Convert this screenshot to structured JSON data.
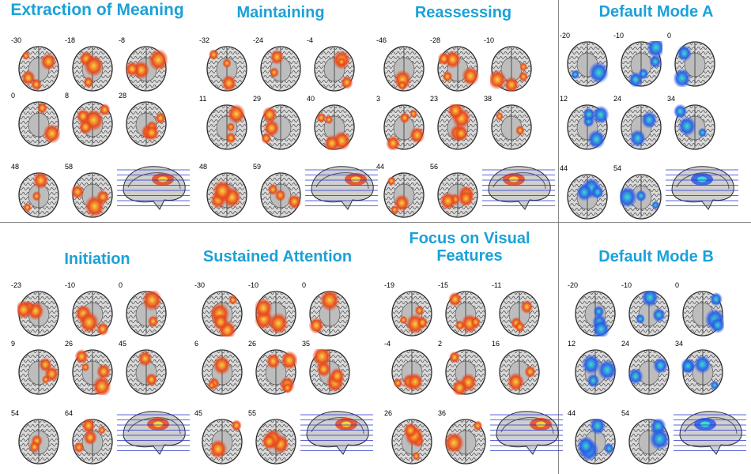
{
  "colors": {
    "title": "#1ba1d8",
    "hot": "#e8471b",
    "hot_core": "#ffd23c",
    "cool": "#2b5ce6",
    "cool_core": "#35e0d2",
    "divider": "#8a8a8a"
  },
  "panels": [
    {
      "id": "extraction",
      "title": "Extraction of Meaning",
      "scheme": "hot",
      "rows": [
        [
          "-30",
          "-18",
          "-8"
        ],
        [
          "0",
          "8",
          "28"
        ],
        [
          "48",
          "58"
        ]
      ]
    },
    {
      "id": "maintaining",
      "title": "Maintaining",
      "scheme": "hot",
      "rows": [
        [
          "-32",
          "-24",
          "-4"
        ],
        [
          "11",
          "29",
          "40"
        ],
        [
          "48",
          "59"
        ]
      ]
    },
    {
      "id": "reassessing",
      "title": "Reassessing",
      "scheme": "hot",
      "rows": [
        [
          "-46",
          "-28",
          "-10"
        ],
        [
          "3",
          "23",
          "38"
        ],
        [
          "44",
          "56"
        ]
      ]
    },
    {
      "id": "dmn-a",
      "title": "Default Mode A",
      "scheme": "cool",
      "rows": [
        [
          "-20",
          "-10",
          "0"
        ],
        [
          "12",
          "24",
          "34"
        ],
        [
          "44",
          "54"
        ]
      ]
    },
    {
      "id": "initiation",
      "title": "Initiation",
      "scheme": "hot",
      "rows": [
        [
          "-23",
          "-10",
          "0"
        ],
        [
          "9",
          "26",
          "45"
        ],
        [
          "54",
          "64"
        ]
      ]
    },
    {
      "id": "sustained",
      "title": "Sustained Attention",
      "scheme": "hot",
      "rows": [
        [
          "-30",
          "-10",
          "0"
        ],
        [
          "6",
          "26",
          "35"
        ],
        [
          "45",
          "55"
        ]
      ]
    },
    {
      "id": "focus-visual",
      "title": "Focus on Visual Features",
      "scheme": "hot",
      "rows": [
        [
          "-19",
          "-15",
          "-11"
        ],
        [
          "-4",
          "2",
          "16"
        ],
        [
          "26",
          "36"
        ]
      ]
    },
    {
      "id": "dmn-b",
      "title": "Default Mode B",
      "scheme": "cool",
      "rows": [
        [
          "-20",
          "-10",
          "0"
        ],
        [
          "12",
          "24",
          "34"
        ],
        [
          "44",
          "54"
        ]
      ]
    }
  ]
}
